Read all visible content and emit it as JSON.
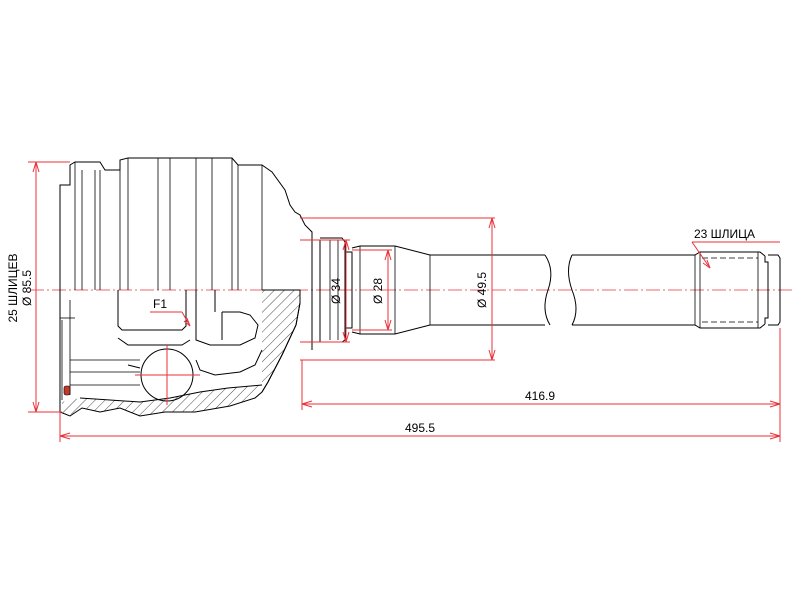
{
  "drawing": {
    "labels": {
      "left_spline": "25 ШЛИЦЕВ",
      "left_diameter": "Ø 85.5",
      "right_spline": "23 ШЛИЦА",
      "feature": "F1",
      "dia_34": "Ø 34",
      "dia_28": "Ø 28",
      "dia_49_5": "Ø 49.5",
      "length_416_9": "416.9",
      "length_495_5": "495.5"
    },
    "colors": {
      "outline": "#000000",
      "dimension": "#e8323a",
      "background": "#ffffff"
    }
  }
}
